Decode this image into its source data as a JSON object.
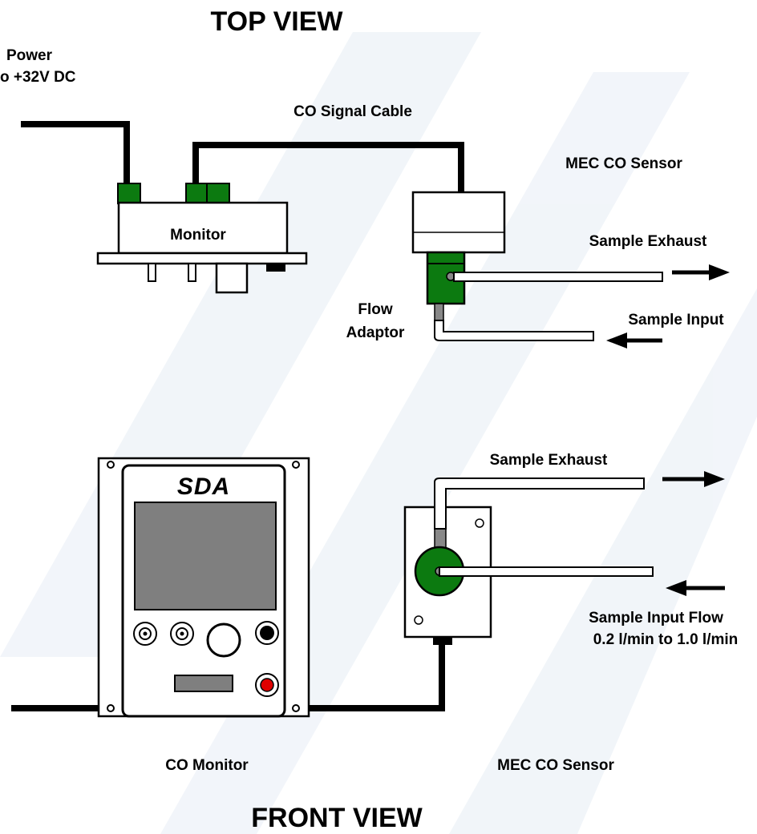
{
  "top_view": {
    "title": "TOP VIEW",
    "power_label_line1": "Power",
    "power_label_line2": "o +32V DC",
    "signal_cable_label": "CO Signal Cable",
    "sensor_label": "MEC CO Sensor",
    "monitor_label": "Monitor",
    "sample_exhaust_label": "Sample Exhaust",
    "sample_input_label": "Sample Input",
    "flow_adaptor_line1": "Flow",
    "flow_adaptor_line2": "Adaptor"
  },
  "front_view": {
    "title": "FRONT VIEW",
    "brand_logo": "SDA",
    "sample_exhaust_label": "Sample Exhaust",
    "sample_input_flow_line1": "Sample Input Flow",
    "sample_input_flow_line2": "0.2 l/min to 1.0 l/min",
    "monitor_caption": "CO Monitor",
    "sensor_caption": "MEC CO Sensor"
  },
  "colors": {
    "line": "#000000",
    "connector_green": "#0c7a10",
    "screen_gray": "#7f7f7f",
    "button_red": "#e00000",
    "watermark": "#e9eff6"
  },
  "icons": [
    "arrow-right-icon",
    "arrow-left-icon",
    "sda-logo-icon"
  ]
}
